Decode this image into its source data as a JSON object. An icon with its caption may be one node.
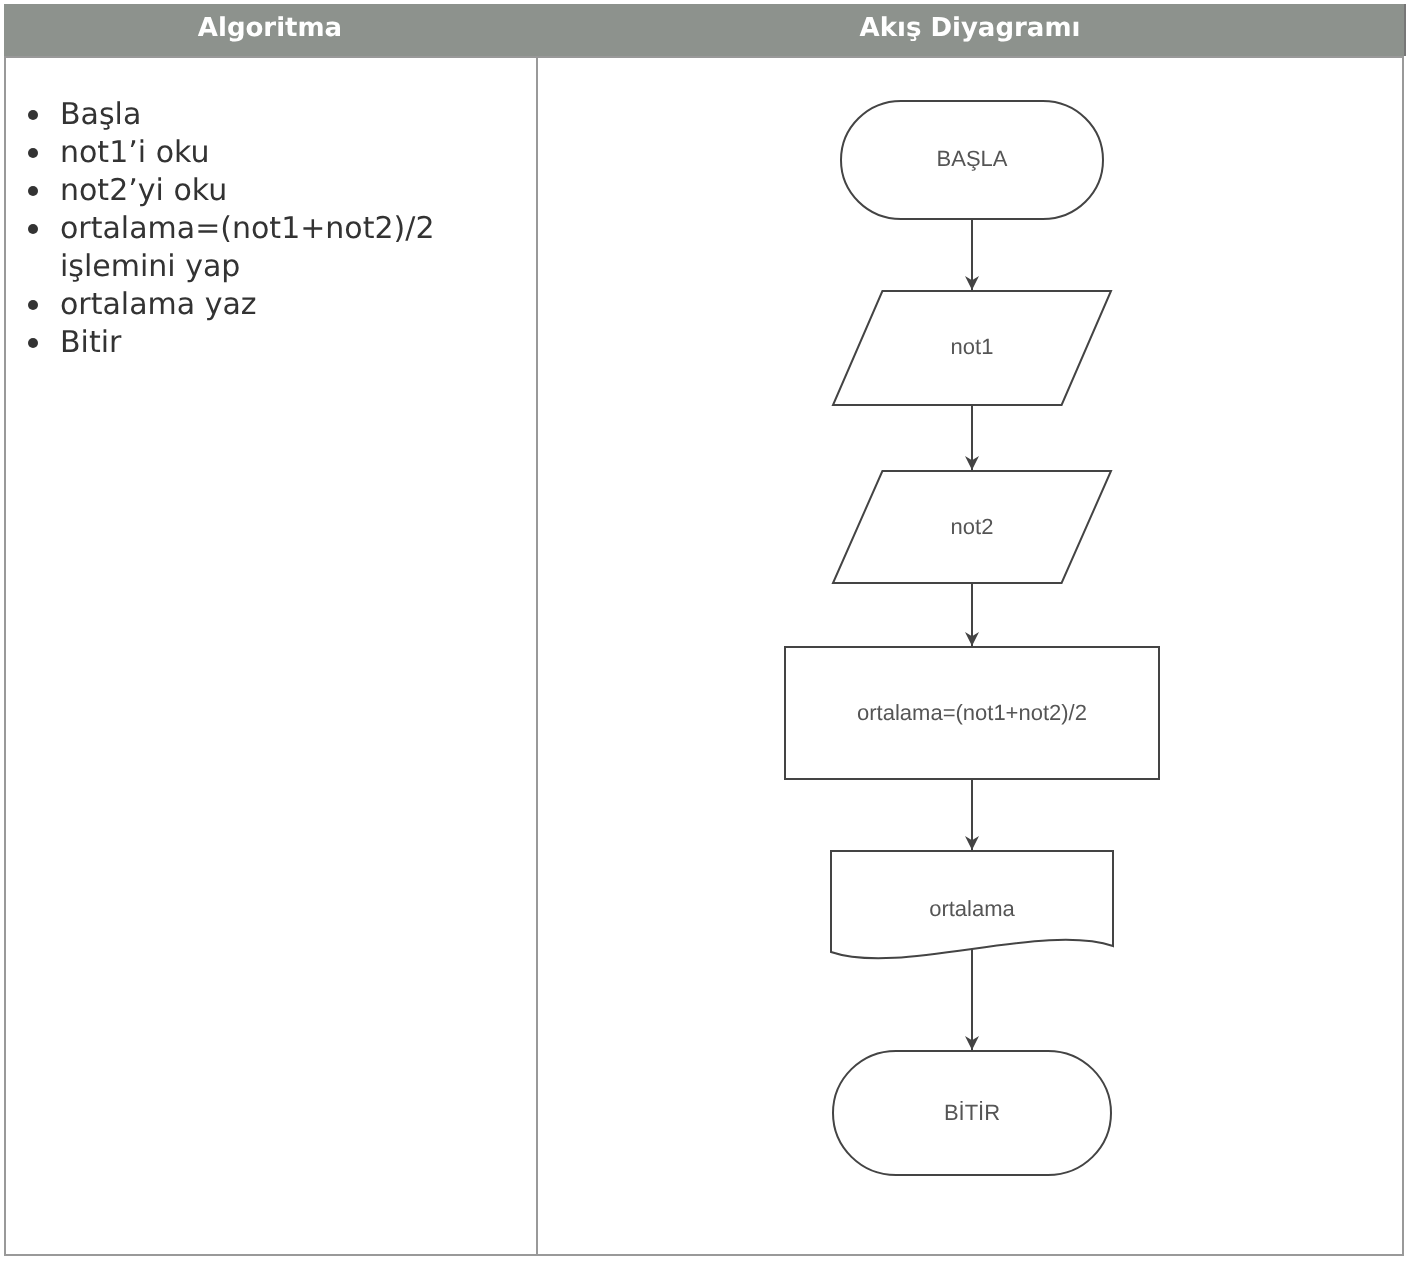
{
  "diagram": {
    "nodes": [
      {
        "text": [
          "BAŞLA"
        ]
      },
      {
        "text": [
          "not1"
        ]
      },
      {
        "text": [
          "not2"
        ]
      },
      {
        "text": [
          "ortalama=(not1+not2)/2"
        ]
      },
      {
        "text": [
          "ortalama"
        ]
      },
      {
        "text": [
          "BİTİR"
        ]
      }
    ],
    "edges": [
      {
        "from": 0,
        "to": 1,
        "arrow": "to"
      },
      {
        "from": 1,
        "to": 2,
        "arrow": "to"
      },
      {
        "from": 2,
        "to": 3,
        "arrow": "to"
      },
      {
        "from": 3,
        "to": 4,
        "arrow": "to"
      },
      {
        "from": 4,
        "to": 5,
        "arrow": "to"
      }
    ],
    "labels": [
      "Algoritma",
      "Akış Diyagramı",
      "Başla",
      "not1’i oku",
      "not2’yi oku",
      "ortalama=(not1+not2)/2 işlemini yap",
      "ortalama yaz",
      "Bitir"
    ]
  }
}
